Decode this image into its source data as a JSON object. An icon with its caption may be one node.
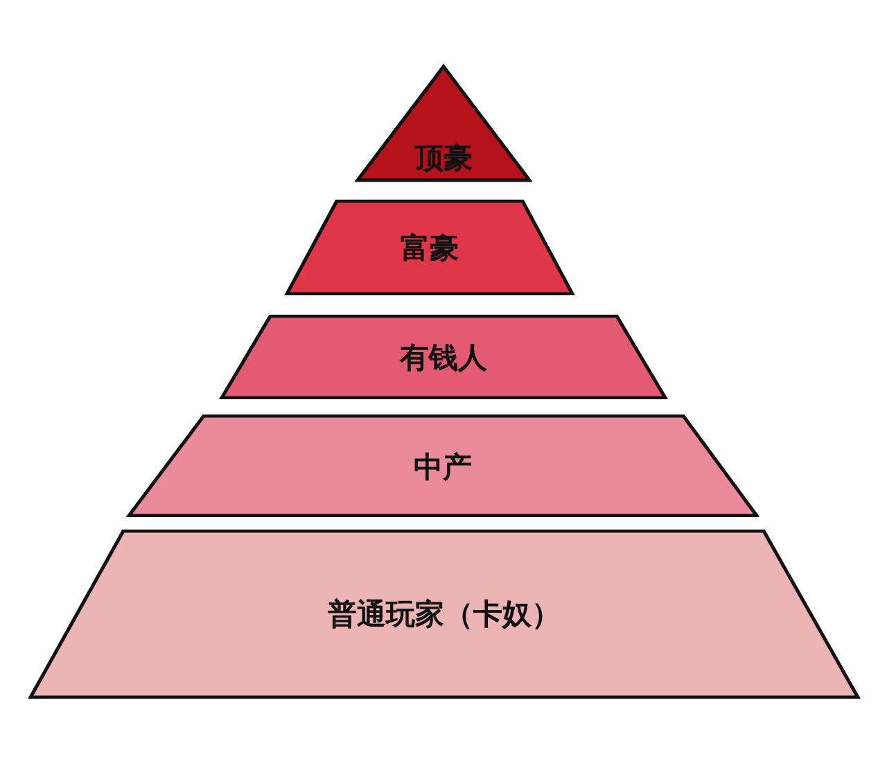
{
  "diagram": {
    "nodes": [
      {
        "text": [
          "顶豪"
        ]
      },
      {
        "text": [
          "富豪"
        ]
      },
      {
        "text": [
          "有钱人"
        ]
      },
      {
        "text": [
          "中产"
        ]
      },
      {
        "text": [
          "普通玩家（卡奴）"
        ]
      }
    ]
  }
}
